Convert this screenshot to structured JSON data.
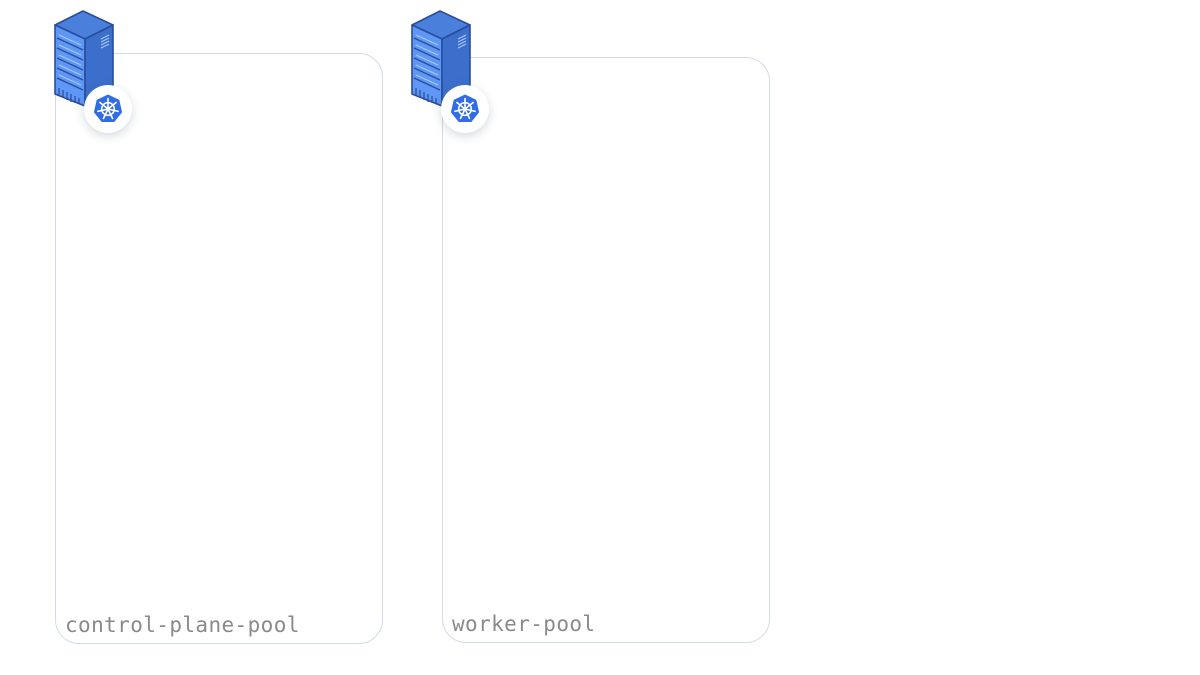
{
  "pools": [
    {
      "id": "control-plane",
      "label": "control-plane-pool",
      "icon": "server-icon",
      "badge": "kubernetes-icon"
    },
    {
      "id": "worker",
      "label": "worker-pool",
      "icon": "server-icon",
      "badge": "kubernetes-icon"
    }
  ],
  "colors": {
    "pool_border": "#d3dce7",
    "label_text": "#8a8a8a",
    "server_front": "#5e97f6",
    "server_side": "#3b6fcb",
    "server_top": "#4a80dc",
    "server_line": "#2a4d9a",
    "kubernetes_blue": "#326ce5"
  }
}
